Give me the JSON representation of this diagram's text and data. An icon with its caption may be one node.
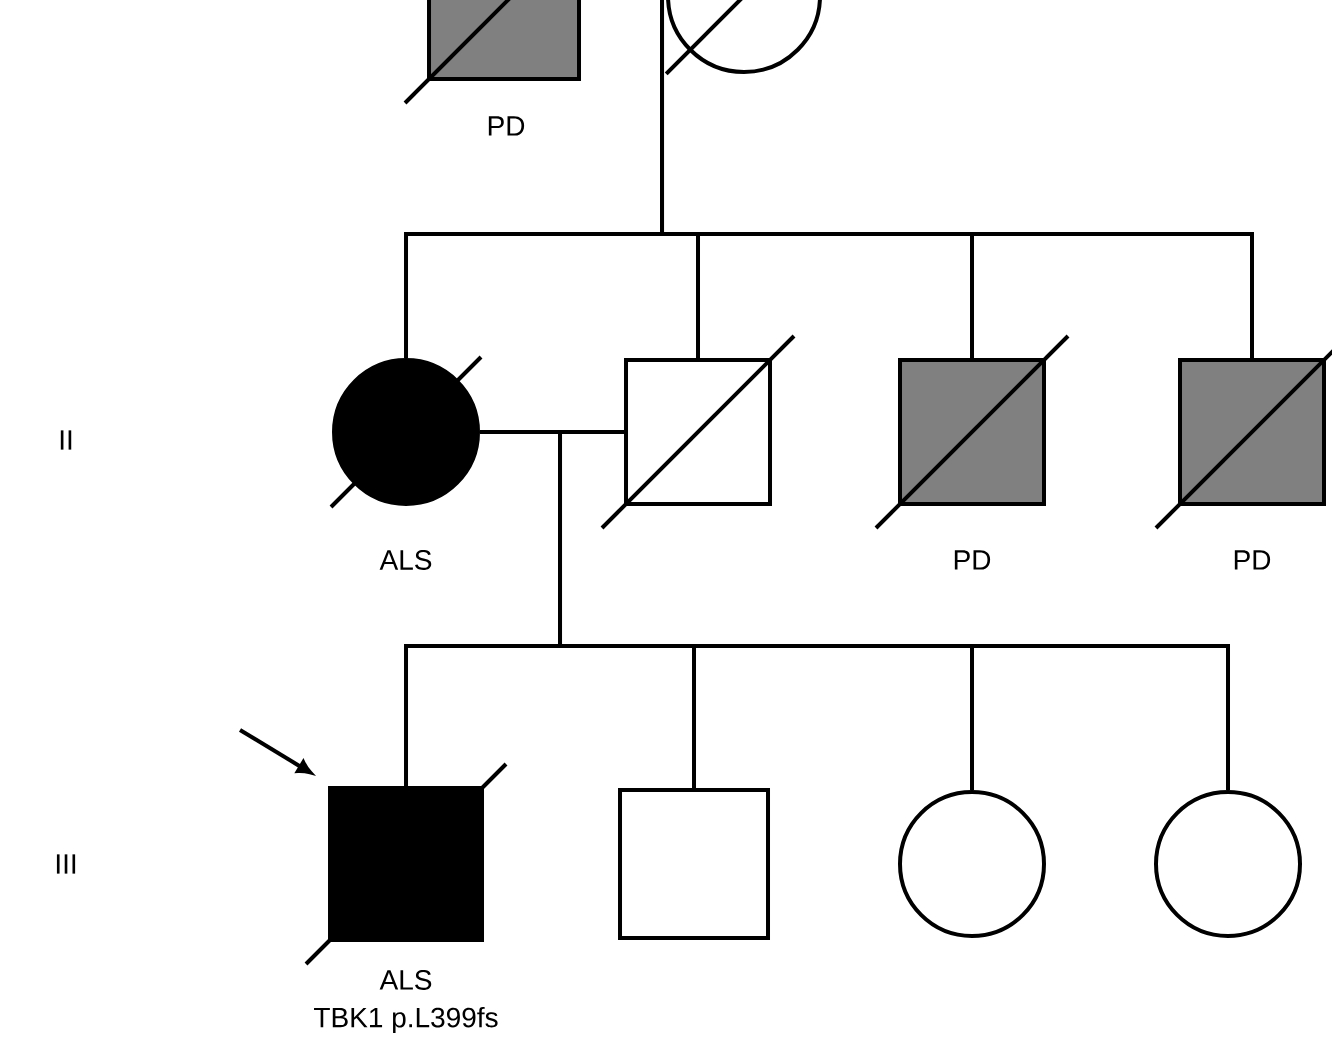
{
  "diagram": {
    "nodes": [
      {
        "text": [],
        "shape": "box",
        "beside": [
          "PD"
        ]
      },
      {
        "text": [],
        "shape": "circle"
      },
      {
        "text": [],
        "shape": "circle",
        "beside": [
          "ALS"
        ]
      },
      {
        "text": [],
        "shape": "box"
      },
      {
        "text": [],
        "shape": "box",
        "beside": [
          "PD"
        ]
      },
      {
        "text": [],
        "shape": "box",
        "beside": [
          "PD"
        ]
      },
      {
        "text": [],
        "shape": "box",
        "beside": [
          "ALS",
          "TBK1 p.L399fs"
        ]
      },
      {
        "text": [],
        "shape": "box"
      },
      {
        "text": [],
        "shape": "circle"
      },
      {
        "text": [],
        "shape": "circle"
      }
    ],
    "edges": [
      {
        "from": 1,
        "to": 2,
        "arrow": "none"
      },
      {
        "from": 1,
        "to": 3,
        "arrow": "none"
      },
      {
        "from": 1,
        "to": 4,
        "arrow": "none"
      },
      {
        "from": 1,
        "to": 5,
        "arrow": "none"
      },
      {
        "from": 2,
        "to": 3,
        "arrow": "none"
      },
      {
        "from": 2,
        "to": 6,
        "arrow": "none"
      },
      {
        "from": 2,
        "to": 7,
        "arrow": "none"
      },
      {
        "from": 2,
        "to": 8,
        "arrow": "none"
      },
      {
        "from": 2,
        "to": 9,
        "arrow": "none"
      },
      {
        "from": null,
        "to": 6,
        "arrow": "to"
      }
    ],
    "labels": [
      "II",
      "III"
    ]
  }
}
